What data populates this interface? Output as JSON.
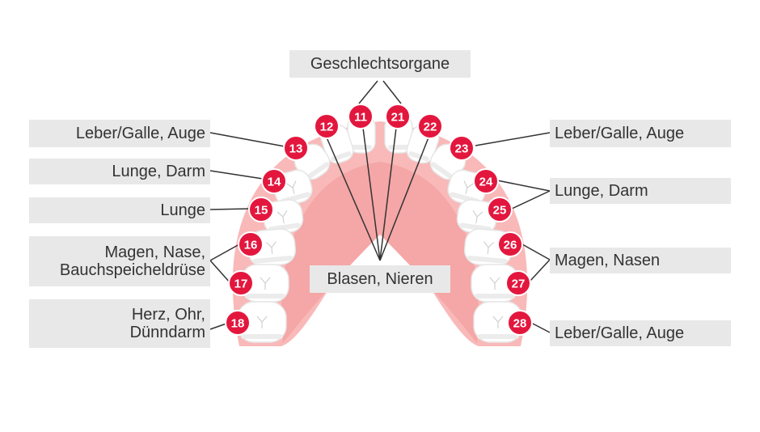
{
  "labels": {
    "top": "Geschlechtsorgane",
    "center": "Blasen, Nieren",
    "left_13": "Leber/Galle, Auge",
    "left_14": "Lunge, Darm",
    "left_15": "Lunge",
    "left_16_17": "Magen, Nase,\nBauchspeicheldrüse",
    "left_18": "Herz, Ohr,\nDünndarm",
    "right_23": "Leber/Galle, Auge",
    "right_24_25": "Lunge, Darm",
    "right_26_27": "Magen, Nasen",
    "right_28": "Leber/Galle, Auge"
  },
  "teeth": [
    "11",
    "12",
    "13",
    "14",
    "15",
    "16",
    "17",
    "18",
    "21",
    "22",
    "23",
    "24",
    "25",
    "26",
    "27",
    "28"
  ],
  "colors": {
    "gum": "#f9b9b9",
    "gum_dark": "#f5a6a6",
    "badge": "#e3173e",
    "label_bg": "#e8e8e8",
    "line": "#333333"
  }
}
